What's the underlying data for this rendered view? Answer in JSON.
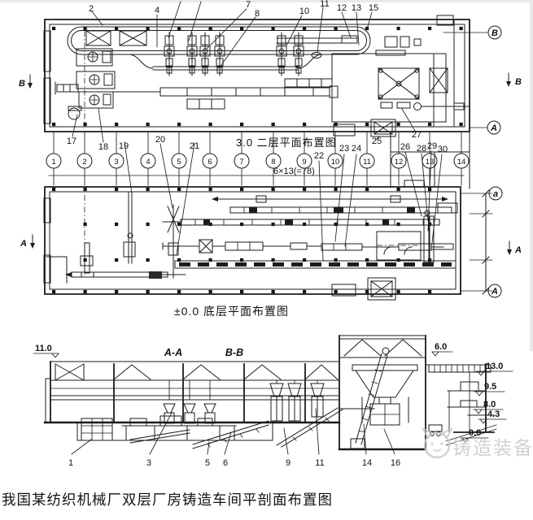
{
  "colors": {
    "ink": "#1c1c1c",
    "paper": "#ffffff",
    "watermark_gray": "#c9c9c9"
  },
  "caption": "我国某纺织机械厂双层厂房铸造车间平剖面布置图",
  "watermark_text": "铸造装备",
  "upper_plan": {
    "title": "3.0 二层平面布置图",
    "top_callouts": [
      "2",
      "4",
      "7",
      "8",
      "10",
      "11",
      "12",
      "13",
      "15"
    ],
    "bottom_callouts": [
      "17",
      "18",
      "19",
      "20",
      "21"
    ],
    "row_marker_top": "B",
    "row_marker_bottom": "A",
    "section_mark_left": "B",
    "section_mark_right": "B"
  },
  "grid_axis": {
    "numbers": [
      "1",
      "2",
      "3",
      "4",
      "5",
      "6",
      "7",
      "8",
      "9",
      "10",
      "11",
      "12",
      "13",
      "14"
    ],
    "dim_text": "6×13(=78)",
    "callouts": [
      "22",
      "23",
      "24",
      "25",
      "26",
      "27",
      "28",
      "29",
      "30"
    ]
  },
  "lower_plan": {
    "title": "±0.0 底层平面布置图",
    "row_marker_top": "a",
    "row_marker_bottom": "A",
    "section_mark_left": "A",
    "section_mark_right": "A"
  },
  "section_view": {
    "title_aa": "A-A",
    "title_bb": "B-B",
    "elev_left": "11.0",
    "elev_right": [
      "6.0",
      "13.0",
      "9.5",
      "8.0",
      "4.3",
      "0.0"
    ],
    "callouts": [
      "1",
      "3",
      "5",
      "6",
      "9",
      "11",
      "14",
      "16"
    ]
  }
}
